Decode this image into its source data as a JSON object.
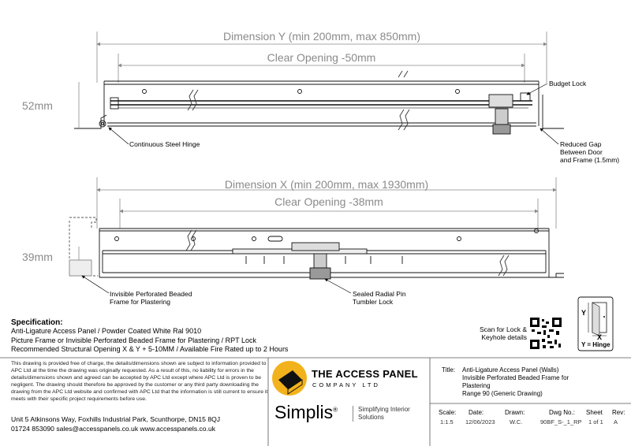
{
  "dimensions_top": {
    "dim_y_label": "Dimension Y (min 200mm, max 850mm)",
    "clear_opening_y": "Clear Opening -50mm",
    "height_label": "52mm"
  },
  "dimensions_bottom": {
    "dim_x_label": "Dimension X (min 200mm, max 1930mm)",
    "clear_opening_x": "Clear Opening -38mm",
    "height_label": "39mm"
  },
  "callouts": {
    "budget_lock": "Budget Lock",
    "continuous_hinge": "Continuous Steel Hinge",
    "reduced_gap": [
      "Reduced Gap",
      "Between Door",
      "and Frame (1.5mm)"
    ],
    "beaded_frame": [
      "Invisible Perforated Beaded",
      "Frame for Plastering"
    ],
    "radial_pin": [
      "Sealed Radial Pin",
      "Tumbler Lock"
    ]
  },
  "specification": {
    "heading": "Specification:",
    "lines": [
      "Anti-Ligature Access Panel / Powder Coated White Ral 9010",
      "Picture Frame or Invisible Perforated Beaded Frame for Plastering / RPT Lock",
      "Recommended Structural Opening X & Y + 5-10MM / Available Fire Rated up to 2 Hours"
    ]
  },
  "qr": {
    "caption": [
      "Scan for Lock &",
      "Keyhole details"
    ]
  },
  "orientation_key": {
    "y": "Y",
    "x": "X",
    "hinge": "Y = Hinge"
  },
  "disclaimer": "This drawing is provided free of charge, the details/dimensions shown are subject to information provided to APC Ltd at the time the drawing was originally requested. As a result of this, no liability for errors in the details/dimensions shown and agreed can be accepted by APC Ltd except where APC Ltd is proven to be negligent. The drawing should therefore be approved by the customer or any third party downloading the drawing from the APC Ltd website and confirmed with APC Ltd that the information is still current to ensure it meets with their specific project requirements before use.",
  "company": {
    "address": "Unit 5 Atkinsons Way, Foxhills Industrial Park, Scunthorpe, DN15 8QJ",
    "contact": "01724 853090   sales@accesspanels.co.uk   www.accesspanels.co.uk",
    "logo_main": "THE ACCESS PANEL",
    "logo_sub": "COMPANY LTD",
    "simplis": "Simplis",
    "simplis_reg": "®",
    "tagline": [
      "Simplifying Interior",
      "Solutions"
    ]
  },
  "title_block": {
    "title_label": "Title:",
    "title_lines": [
      "Anti-Ligature Access Panel (Walls)",
      "Invisible Perforated Beaded Frame for",
      "Plastering",
      "Range 90 (Generic Drawing)"
    ],
    "headers": [
      "Scale:",
      "Date:",
      "Drawn:",
      "Dwg No.:",
      "Sheet",
      "Rev:"
    ],
    "values": [
      "1:1.5",
      "12/06/2023",
      "W.C.",
      "90BF_S-_1_RP",
      "1 of 1",
      "A"
    ]
  },
  "colors": {
    "dimension_gray": "#8a8a8a",
    "line_black": "#111111",
    "logo_yellow": "#f2b21b"
  }
}
